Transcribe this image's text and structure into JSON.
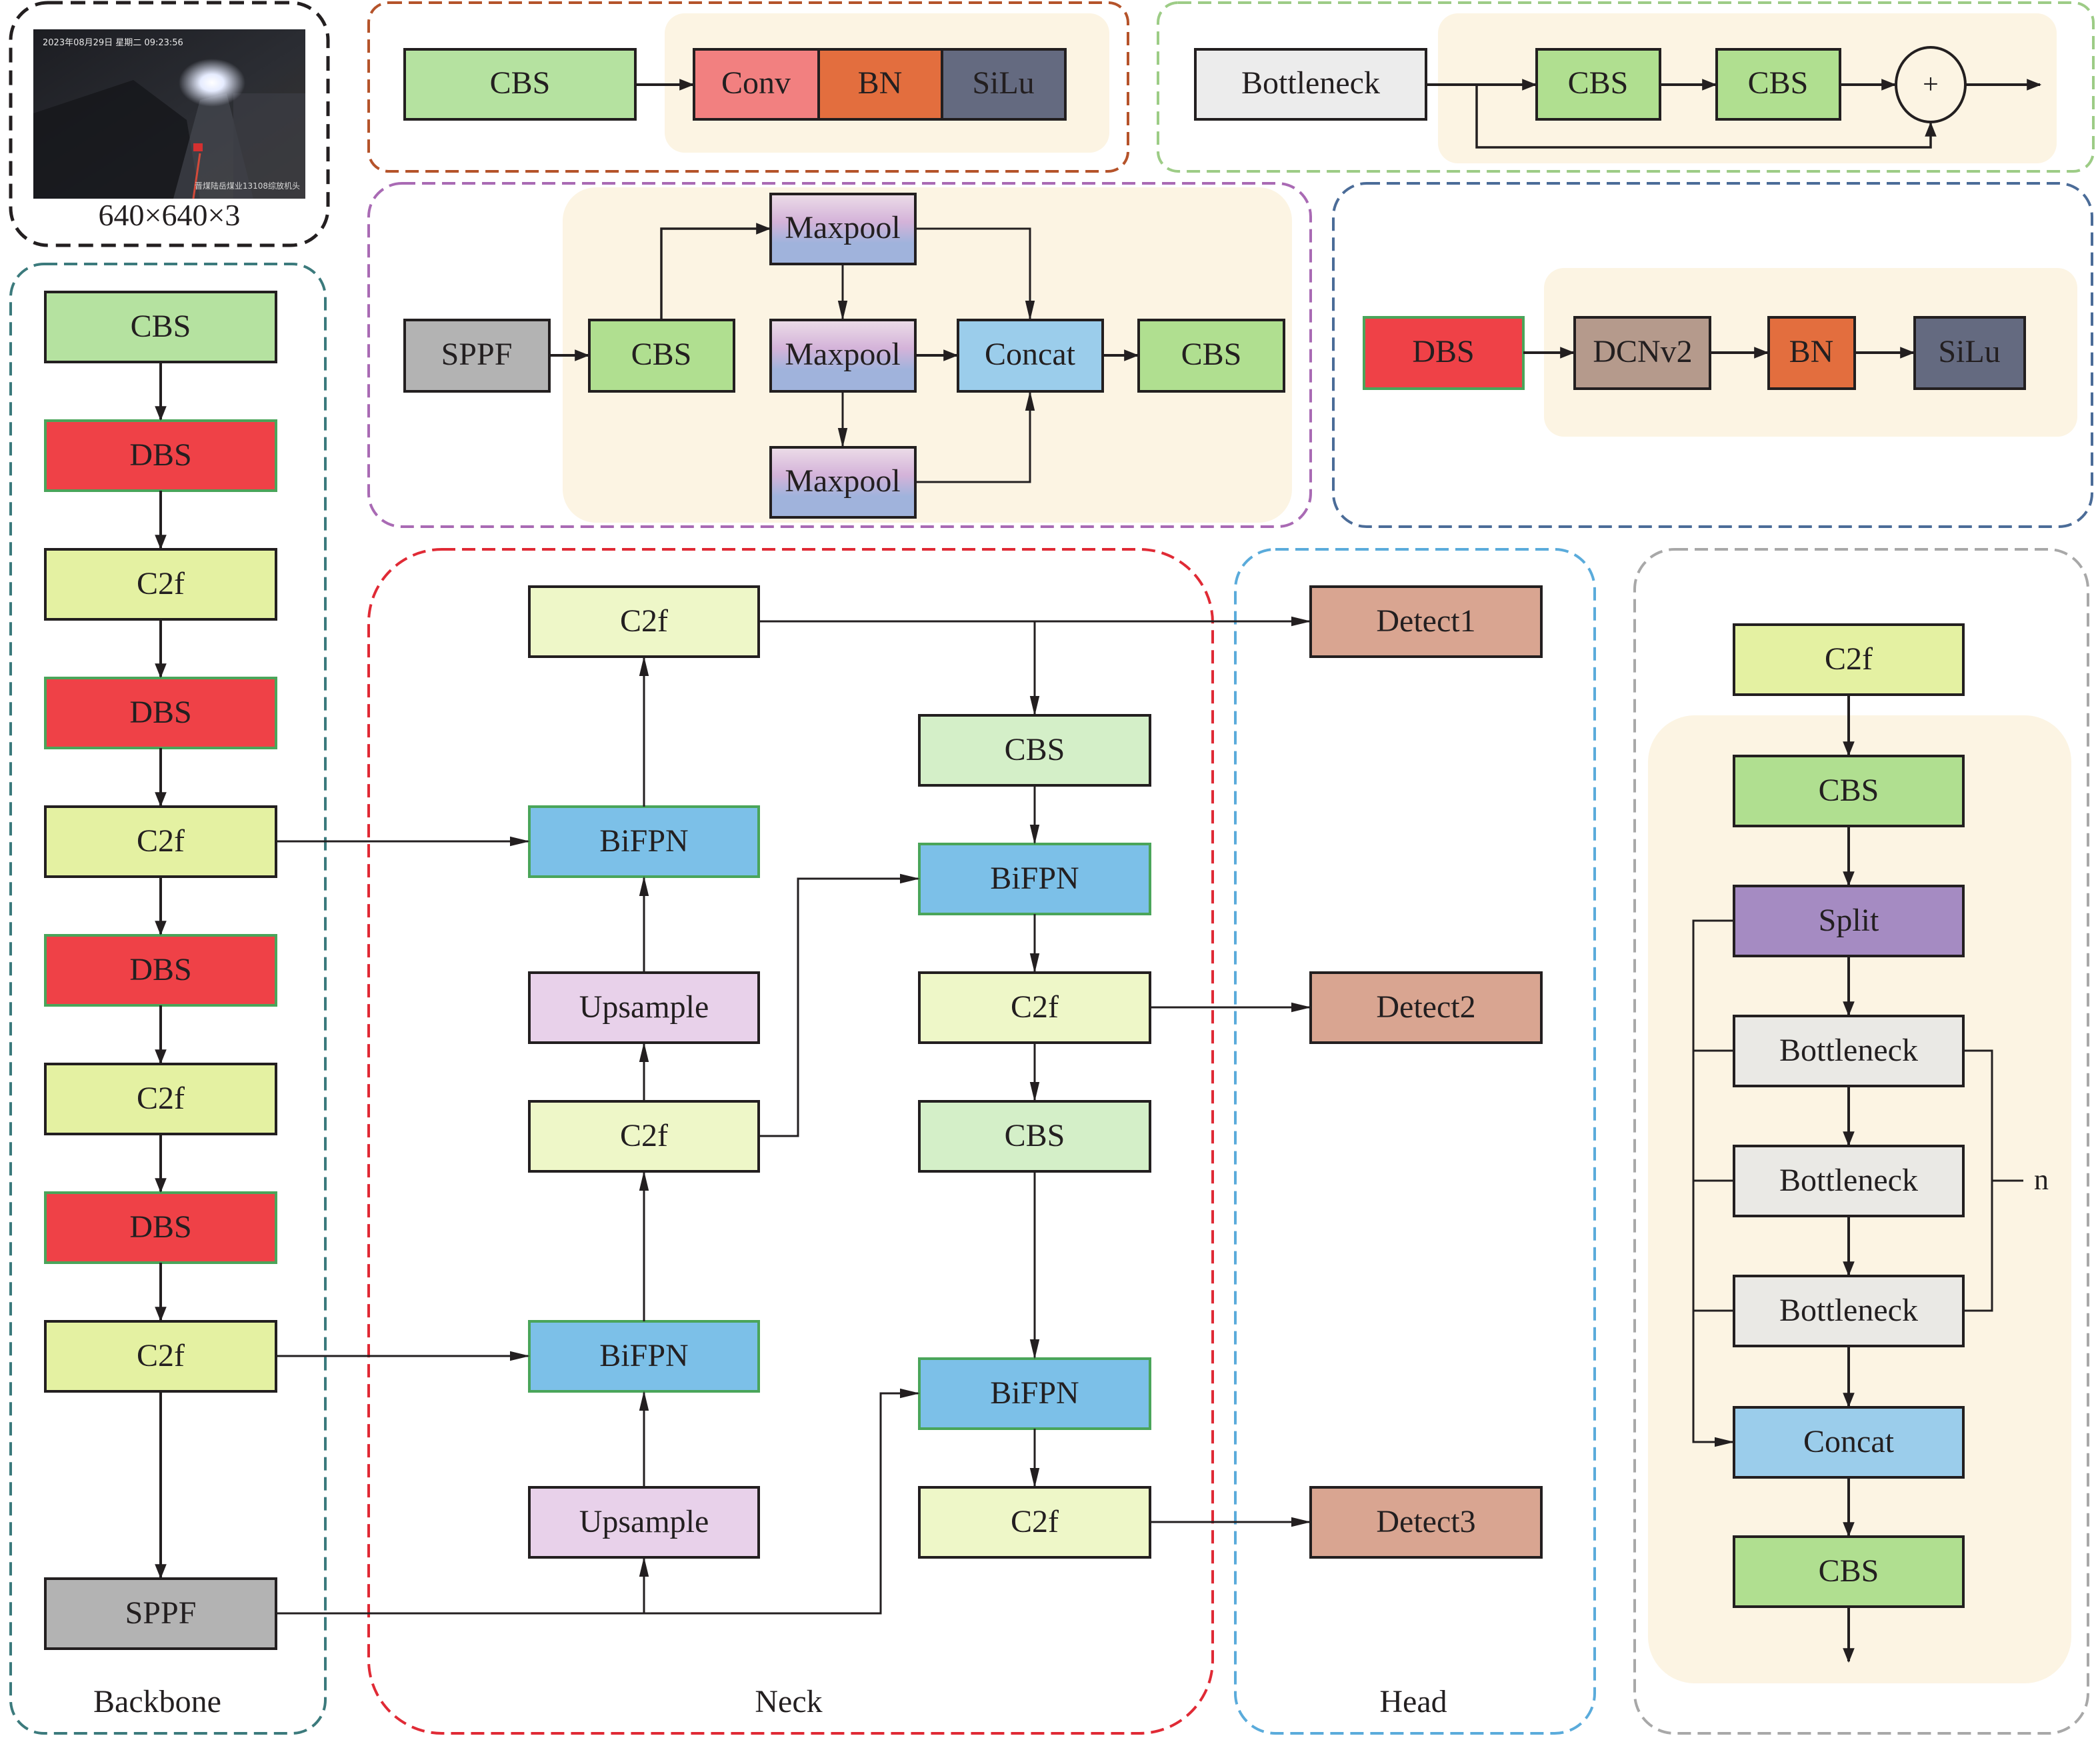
{
  "colors": {
    "cbs": "#b5e2a0",
    "cbs_light": "#d4efc8",
    "dbs": "#ef4147",
    "c2f": "#e4f1a2",
    "c2f_light": "#eef7c8",
    "bifpn": "#7cc0e8",
    "upsample": "#e8d1ea",
    "detect": "#d9a591",
    "sppf": "#b3b3b3",
    "maxpool_top": "#ecdde8",
    "maxpool_mid": "#d4b3d9",
    "maxpool_bottom": "#a0b3dc",
    "concat": "#9bcdeb",
    "split": "#a58bc2",
    "bottleneck": "#eae9e5",
    "bottleneck_box": "#ececec",
    "conv": "#f28080",
    "bn": "#e36e3e",
    "silu": "#646a80",
    "dcnv2": "#b59a8c",
    "cream": "#fcf4e3",
    "panel_input": "#231f20",
    "panel_cbs": "#b5532a",
    "panel_bottleneck": "#9dcc86",
    "panel_sppf": "#a96ab4",
    "panel_dbs": "#4b6c98",
    "panel_backbone": "#3b7a7c",
    "panel_neck": "#e02a35",
    "panel_head": "#5aabdb",
    "panel_c2f": "#a8a8a8"
  },
  "input": {
    "caption": "640×640×3",
    "overlay_timestamp": "2023年08月29日  星期二  09:23:56",
    "overlay_location": "晋煤陆岳煤业13108综放机头"
  },
  "cbs_panel": {
    "block": "CBS",
    "parts": [
      "Conv",
      "BN",
      "SiLu"
    ]
  },
  "bottleneck_panel": {
    "block": "Bottleneck",
    "parts": [
      "CBS",
      "CBS"
    ],
    "add_symbol": "+"
  },
  "sppf_panel": {
    "block": "SPPF",
    "cbs_in": "CBS",
    "maxpools": [
      "Maxpool",
      "Maxpool",
      "Maxpool"
    ],
    "concat": "Concat",
    "cbs_out": "CBS"
  },
  "dbs_panel": {
    "block": "DBS",
    "parts": [
      "DCNv2",
      "BN",
      "SiLu"
    ]
  },
  "backbone": {
    "label": "Backbone",
    "blocks": [
      "CBS",
      "DBS",
      "C2f",
      "DBS",
      "C2f",
      "DBS",
      "C2f",
      "DBS",
      "C2f",
      "SPPF"
    ]
  },
  "neck": {
    "label": "Neck",
    "left_column": [
      "C2f",
      "BiFPN",
      "Upsample",
      "C2f",
      "BiFPN",
      "Upsample"
    ],
    "right_column": [
      "CBS",
      "BiFPN",
      "C2f",
      "CBS",
      "BiFPN",
      "C2f"
    ]
  },
  "head": {
    "label": "Head",
    "blocks": [
      "Detect1",
      "Detect2",
      "Detect3"
    ]
  },
  "c2f_panel": {
    "block": "C2f",
    "parts": [
      "CBS",
      "Split",
      "Bottleneck",
      "Bottleneck",
      "Bottleneck",
      "Concat",
      "CBS"
    ],
    "repeat_label": "n"
  }
}
